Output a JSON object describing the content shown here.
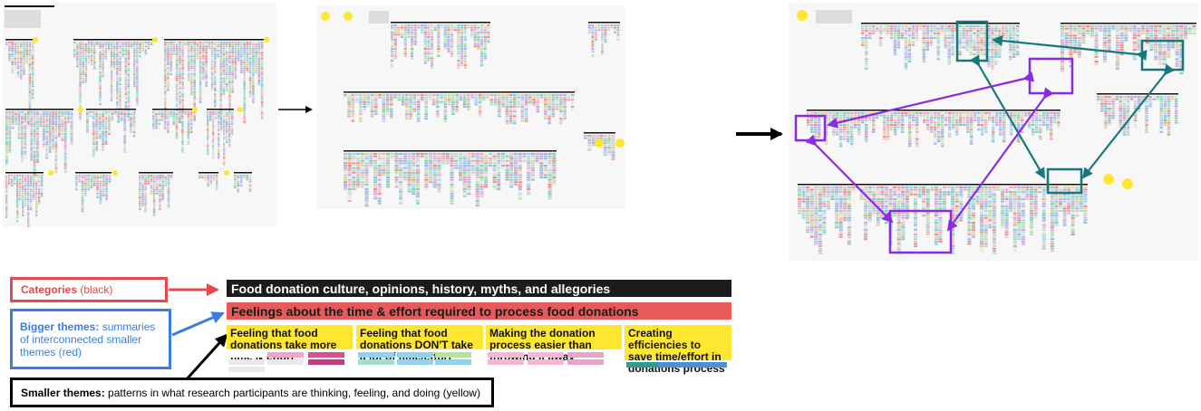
{
  "legend": {
    "categories": {
      "strong": "Categories",
      "rest": " (black)"
    },
    "bigger": {
      "strong": "Bigger themes:",
      "rest": " summaries of interconnected smaller themes (red)"
    },
    "smaller": {
      "strong": "Smaller themes:",
      "rest": " patterns in what research participants are thinking, feeling, and doing (yellow)"
    }
  },
  "example": {
    "category_bar": "Food donation culture, opinions, history, myths, and allegories",
    "bigger_theme_bar": "Feelings about the time & effort required to process food donations",
    "smaller_themes": [
      "Feeling that food donations take more time & effort",
      "Feeling that food donations DON'T take a lot of time/effort",
      "Making the donation process easier than throwing it away",
      "Creating efficiencies to save time/effort in donations process"
    ]
  },
  "colors": {
    "category": "#1c1c1c",
    "bigger_theme": "#e85a5a",
    "smaller_theme": "#ffe631",
    "legend_red": "#e5484d",
    "legend_blue": "#3a7de0",
    "legend_black": "#000000",
    "connection_teal": "#17787b",
    "connection_purple": "#8a2be2"
  }
}
